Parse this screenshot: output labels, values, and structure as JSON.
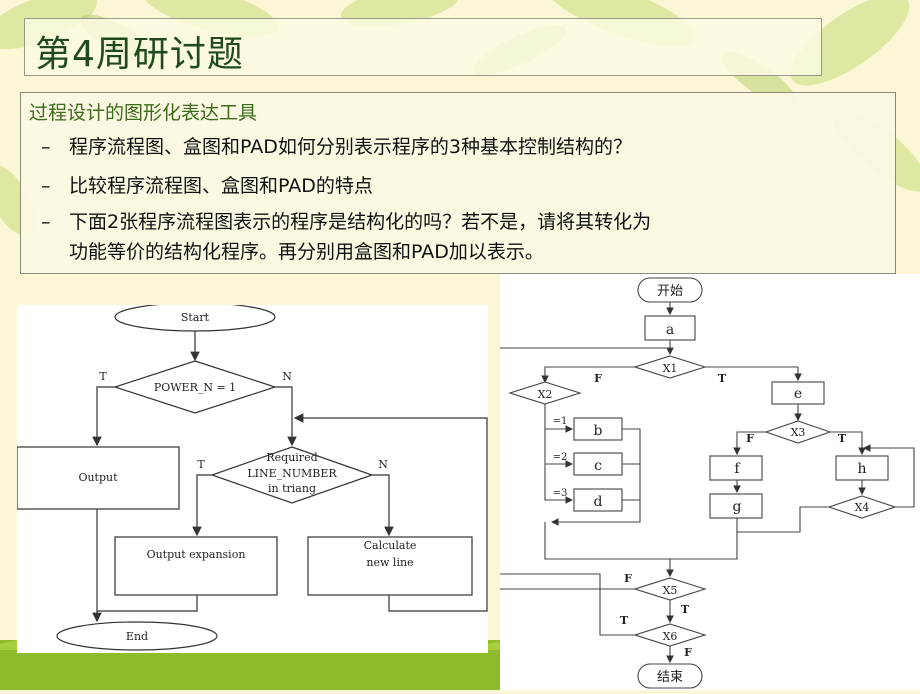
{
  "slide": {
    "title": "第4周研讨题",
    "heading": "过程设计的图形化表达工具",
    "dash": "–",
    "bullets": [
      "程序流程图、盒图和PAD如何分别表示程序的3种基本控制结构的？",
      "比较程序流程图、盒图和PAD的特点",
      "下面2张程序流程图表示的程序是结构化的吗？若不是，请将其转化为",
      "功能等价的结构化程序。再分别用盒图和PAD加以表示。"
    ]
  },
  "flowchart_left": {
    "start": "Start",
    "decision1": "POWER_N = 1",
    "t1": "T",
    "n1": "N",
    "decision2_lines": [
      "Required",
      "LINE_NUMBER",
      "in triang"
    ],
    "t2": "T",
    "n2": "N",
    "output": "Output",
    "output_expansion": "Output expansion",
    "calculate_lines": [
      "Calculate",
      "new line"
    ],
    "end": "End"
  },
  "flowchart_right": {
    "start": "开始",
    "a": "a",
    "x1": "X1",
    "x1_false": "F",
    "x1_true": "T",
    "x2": "X2",
    "cases": [
      "=1",
      "=2",
      "=3"
    ],
    "b": "b",
    "c": "c",
    "d": "d",
    "e": "e",
    "x3": "X3",
    "x3_false": "F",
    "x3_true": "T",
    "f": "f",
    "g": "g",
    "h": "h",
    "x4": "X4",
    "x5": "X5",
    "x5_false": "F",
    "x5_true": "T",
    "x6": "X6",
    "x6_true": "T",
    "x6_false": "F",
    "end": "结束"
  }
}
